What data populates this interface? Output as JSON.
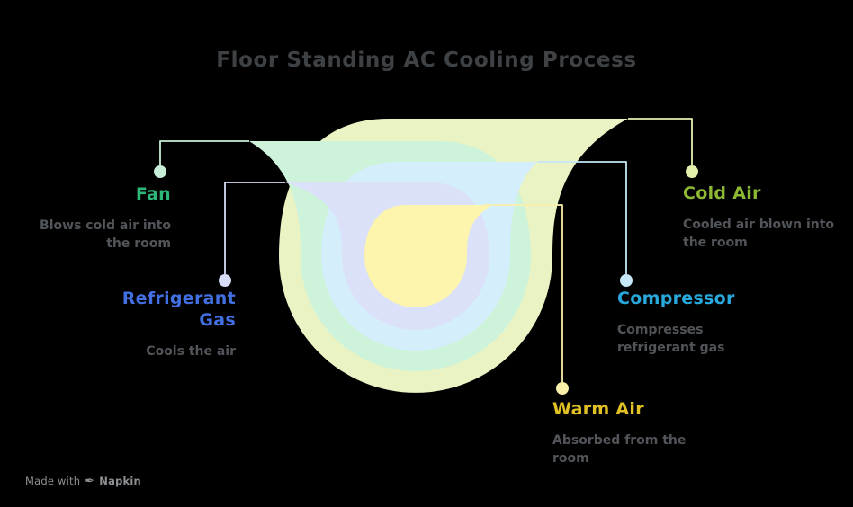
{
  "title": "Floor Standing AC Cooling Process",
  "colors": {
    "background": "#000000",
    "title": "#3e4245",
    "description": "#515559",
    "footer": "#8e9194"
  },
  "nodes": [
    {
      "id": "fan",
      "label": "Fan",
      "description": "Blows cold air into the room",
      "label_color": "#2db87a",
      "shape_color": "#cdf3da",
      "accent_color": "#c7efd7"
    },
    {
      "id": "refrigerant-gas",
      "label": "Refrigerant Gas",
      "description": "Cools the air",
      "label_color": "#4270e2",
      "shape_color": "#dbe1f8",
      "accent_color": "#d6dcf6"
    },
    {
      "id": "cold-air",
      "label": "Cold Air",
      "description": "Cooled air blown into the room",
      "label_color": "#8db833",
      "shape_color": "#eaf3c4",
      "accent_color": "#e3efad"
    },
    {
      "id": "compressor",
      "label": "Compressor",
      "description": "Compresses refrigerant gas",
      "label_color": "#28a8dd",
      "shape_color": "#d5eefb",
      "accent_color": "#c5e7f8"
    },
    {
      "id": "warm-air",
      "label": "Warm Air",
      "description": "Absorbed from the room",
      "label_color": "#e2c125",
      "shape_color": "#fdf4ae",
      "accent_color": "#f9efa9"
    }
  ],
  "footer": {
    "prefix": "Made with",
    "brand": "Napkin",
    "icon": "pen-nib"
  }
}
